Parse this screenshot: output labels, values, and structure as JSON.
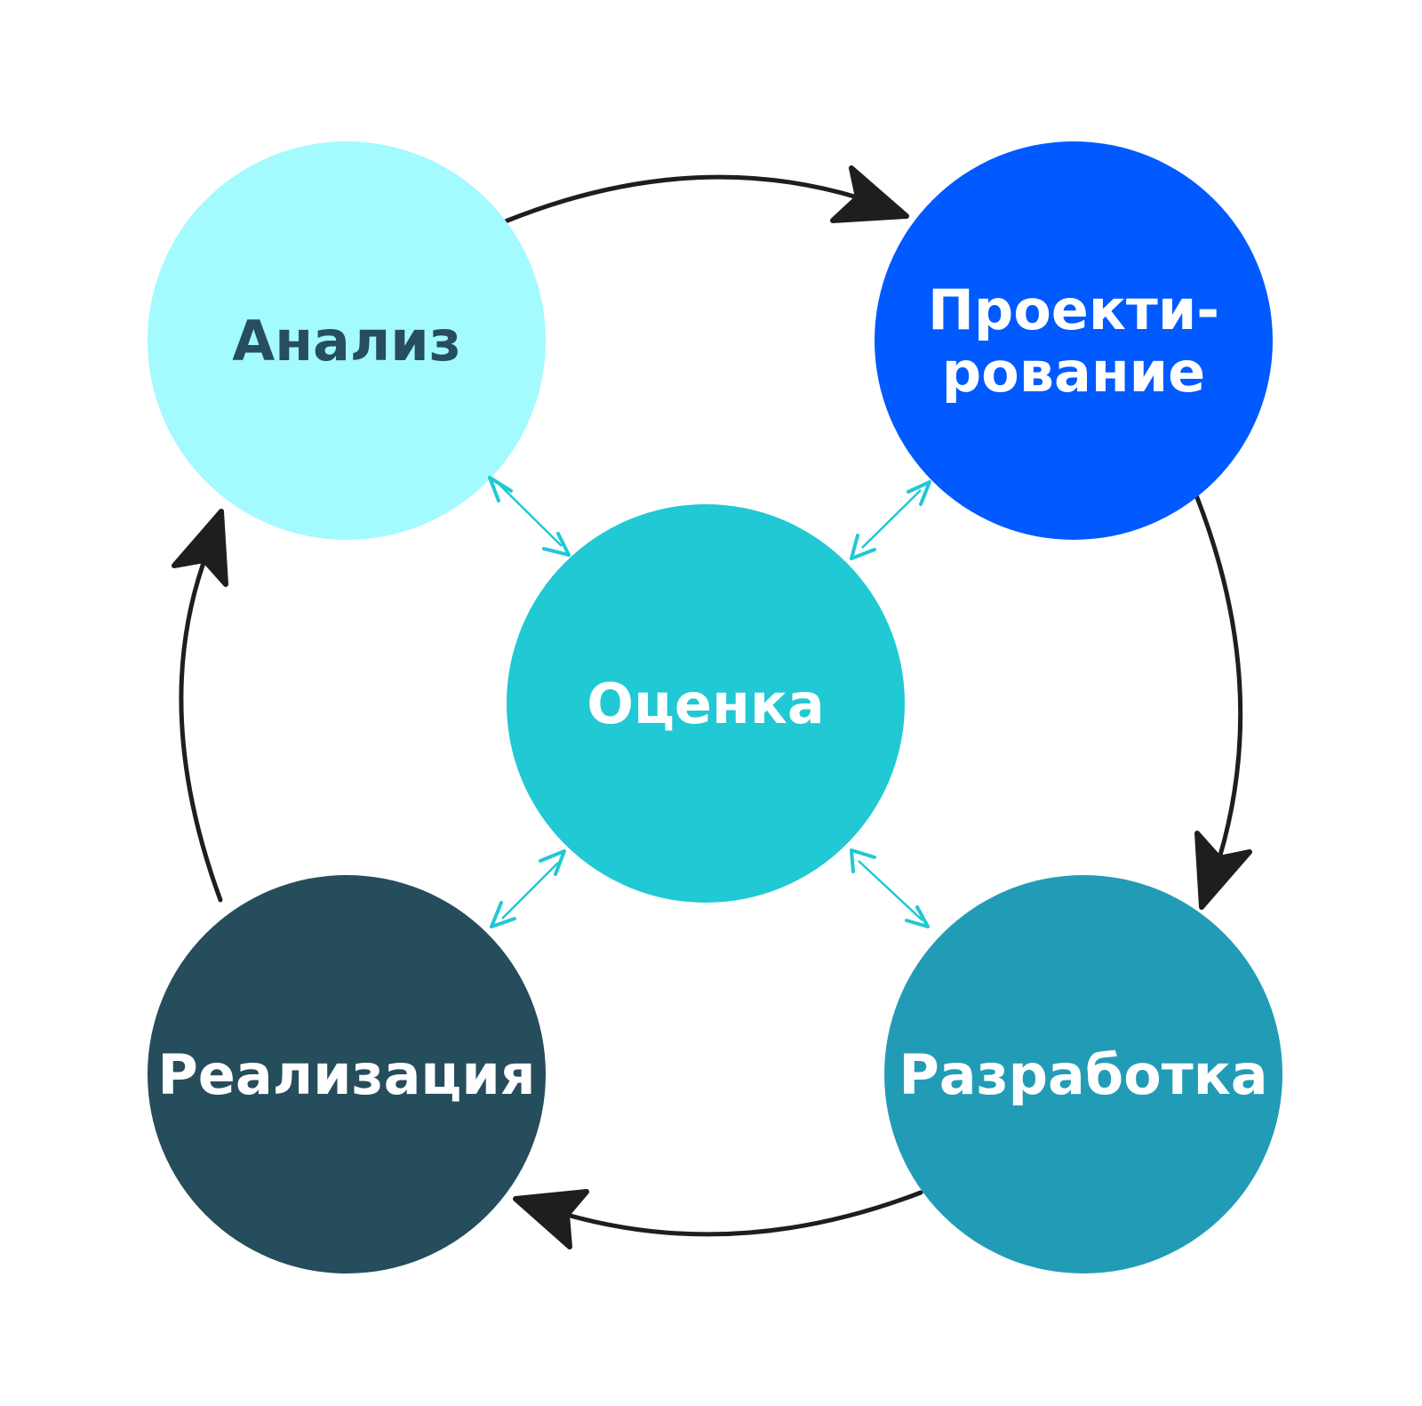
{
  "diagram": {
    "nodes": {
      "analysis": {
        "label_lines": [
          "Анализ"
        ],
        "fill": "#A3FAFF",
        "text_color": "#264E5E"
      },
      "design": {
        "label_lines": [
          "Проекти-",
          "рование"
        ],
        "fill": "#005AFF",
        "text_color": "#FFFFFF"
      },
      "evaluation": {
        "label_lines": [
          "Оценка"
        ],
        "fill": "#20C9D3",
        "text_color": "#FFFFFF"
      },
      "development": {
        "label_lines": [
          "Разработка"
        ],
        "fill": "#229CB6",
        "text_color": "#FFFFFF"
      },
      "implementation": {
        "label_lines": [
          "Реализация"
        ],
        "fill": "#254D5C",
        "text_color": "#FFFFFF"
      }
    },
    "cycle_arrows": [
      {
        "from": "analysis",
        "to": "design"
      },
      {
        "from": "design",
        "to": "development"
      },
      {
        "from": "development",
        "to": "implementation"
      },
      {
        "from": "implementation",
        "to": "analysis"
      }
    ],
    "evaluation_links": [
      {
        "between": [
          "evaluation",
          "analysis"
        ]
      },
      {
        "between": [
          "evaluation",
          "design"
        ]
      },
      {
        "between": [
          "evaluation",
          "development"
        ]
      },
      {
        "between": [
          "evaluation",
          "implementation"
        ]
      }
    ],
    "colors": {
      "cycle_arrow": "#1E1E1E",
      "evaluation_link": "#20C9D3"
    }
  }
}
